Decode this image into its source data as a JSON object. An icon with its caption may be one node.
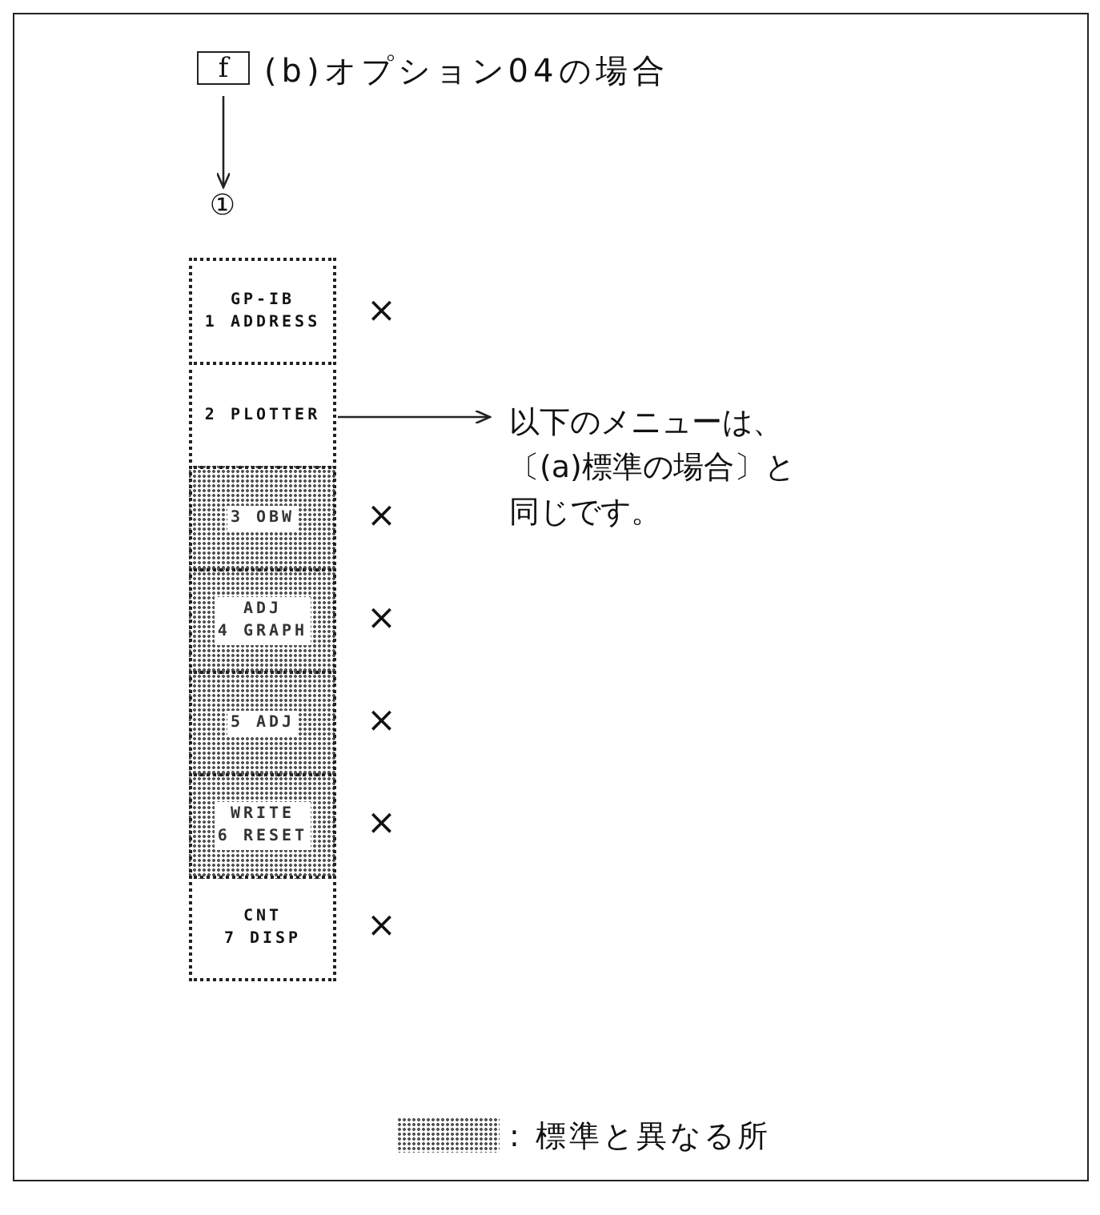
{
  "diagram": {
    "nodes": [
      {
        "text": [
          "f"
        ]
      },
      {
        "text": [
          "①"
        ]
      },
      {
        "text": [
          "GP-IB 1 ADDRESS"
        ]
      },
      {
        "text": [
          "2 PLOTTER"
        ]
      },
      {
        "text": [
          "3 OBW"
        ]
      },
      {
        "text": [
          "ADJ 4 GRAPH"
        ]
      },
      {
        "text": [
          "5 ADJ"
        ]
      },
      {
        "text": [
          "WRITE 6 RESET"
        ]
      },
      {
        "text": [
          "CNT 7 DISP"
        ]
      },
      {
        "text": [
          "以下のメニューは、〔(a)標準の場合〕と同じです。"
        ]
      }
    ],
    "edges": [
      {
        "from": 0,
        "to": 1,
        "arrow": "to"
      },
      {
        "from": 3,
        "to": 9,
        "arrow": "to"
      }
    ],
    "labels": [
      "(b)オプション04の場合",
      "×",
      "×",
      "×",
      "×",
      "×",
      "×"
    ],
    "legend": [
      {
        "text": ": 標準と異なる所"
      }
    ]
  }
}
